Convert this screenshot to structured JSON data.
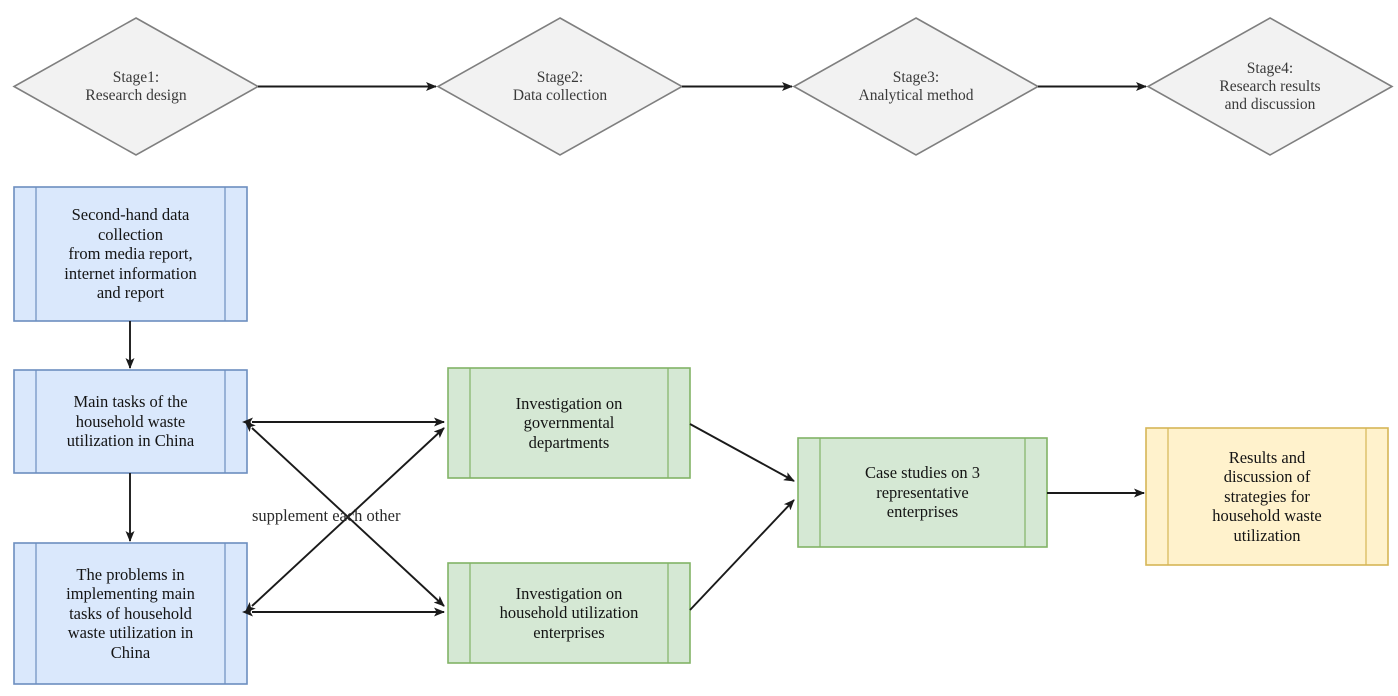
{
  "diagram": {
    "title": "Research framework flowchart",
    "background_color": "#ffffff",
    "palette": {
      "diamond_fill": "#f2f2f2",
      "diamond_stroke": "#7f7f7f",
      "blue_fill": "#dae8fc",
      "blue_stroke": "#6c8ebf",
      "green_fill": "#d5e8d4",
      "green_stroke": "#82b366",
      "yellow_fill": "#fff2cc",
      "yellow_stroke": "#d6b656",
      "arrow_color": "#1a1a1a",
      "text_color": "#141414"
    }
  },
  "stages": [
    {
      "id": "stage1",
      "label": "Stage1:\nResearch design"
    },
    {
      "id": "stage2",
      "label": "Stage2:\nData collection"
    },
    {
      "id": "stage3",
      "label": "Stage3:\nAnalytical method"
    },
    {
      "id": "stage4",
      "label": "Stage4:\nResearch results\nand discussion"
    }
  ],
  "boxes": {
    "second_hand_data": "Second-hand data\ncollection\nfrom media report,\ninternet information\nand report",
    "main_tasks": "Main tasks of the\nhousehold waste\nutilization in China",
    "problems": "The problems in\nimplementing main\ntasks of household\nwaste utilization in\nChina",
    "investigation_gov": "Investigation on\ngovernmental\ndepartments",
    "investigation_household": "Investigation on\nhousehold utilization\nenterprises",
    "case_studies": "Case studies on 3\nrepresentative\nenterprises",
    "results": "Results and\ndiscussion of\nstrategies for\nhousehold waste\nutilization"
  },
  "edge_labels": {
    "supplement": "supplement  each other"
  }
}
